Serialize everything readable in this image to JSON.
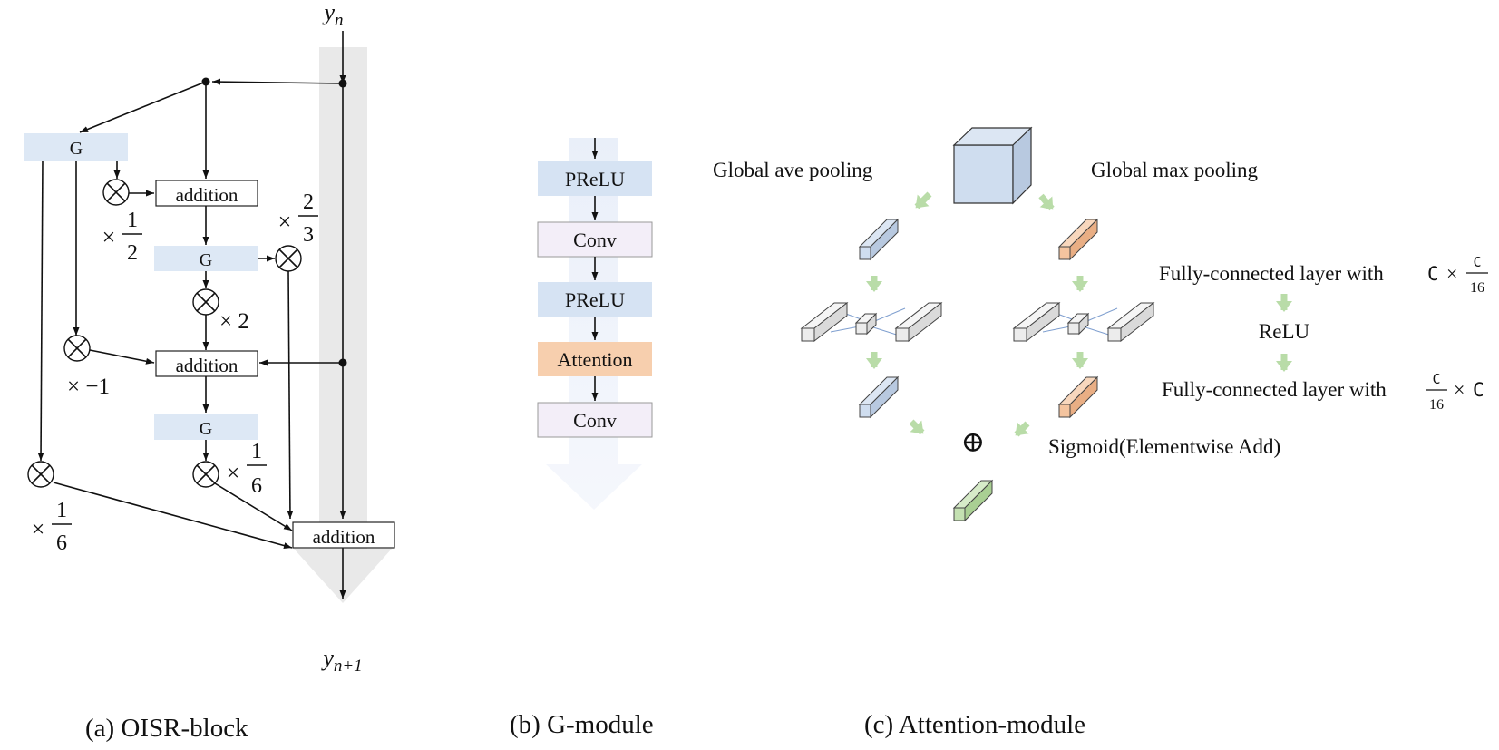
{
  "captions": {
    "a": "(a) OISR-block",
    "b": "(b) G-module",
    "c": "(c) Attention-module"
  },
  "oisr": {
    "input": "y",
    "input_sub": "n",
    "output": "y",
    "output_sub": "n+1",
    "g_label": "G",
    "addition_label": "addition",
    "multiplier_prefix": "×",
    "half_num": "1",
    "half_den": "2",
    "two_thirds_num": "2",
    "two_thirds_den": "3",
    "times_two": "× 2",
    "times_neg_one": "× −1",
    "sixth_num": "1",
    "sixth_den": "6"
  },
  "gmodule": {
    "layers": [
      "PReLU",
      "Conv",
      "PReLU",
      "Attention",
      "Conv"
    ]
  },
  "attention": {
    "ave_pool": "Global ave pooling",
    "max_pool": "Global max pooling",
    "fc1_prefix": "Fully-connected layer with",
    "fc2_prefix": "Fully-connected layer with",
    "c_symbol": "C",
    "times": "×",
    "frac_num": "C",
    "frac_den": "16",
    "relu": "ReLU",
    "sigmoid": "Sigmoid(Elementwise Add)",
    "plus_op": "⊕"
  },
  "colors": {
    "g_fill": "#dde8f5",
    "prelu_fill": "#d6e3f3",
    "conv_fill": "#f3eef8",
    "attention_fill": "#f7cfae",
    "arrow_green": "#b9dca8",
    "cube_blue": "#cfddef",
    "cube_orange": "#f4c49f",
    "cube_green": "#c4e1b2",
    "trunk_gray": "#e9e9e9"
  }
}
